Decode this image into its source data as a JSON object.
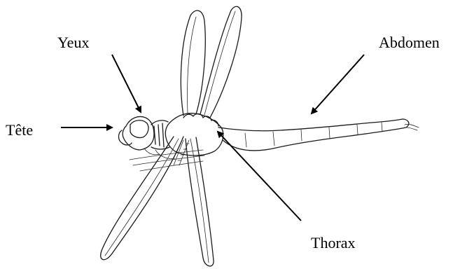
{
  "labels": {
    "eyes": "Yeux",
    "head": "Tête",
    "abdomen": "Abdomen",
    "thorax": "Thorax"
  },
  "colors": {
    "ink": "#000000",
    "background": "#ffffff"
  }
}
